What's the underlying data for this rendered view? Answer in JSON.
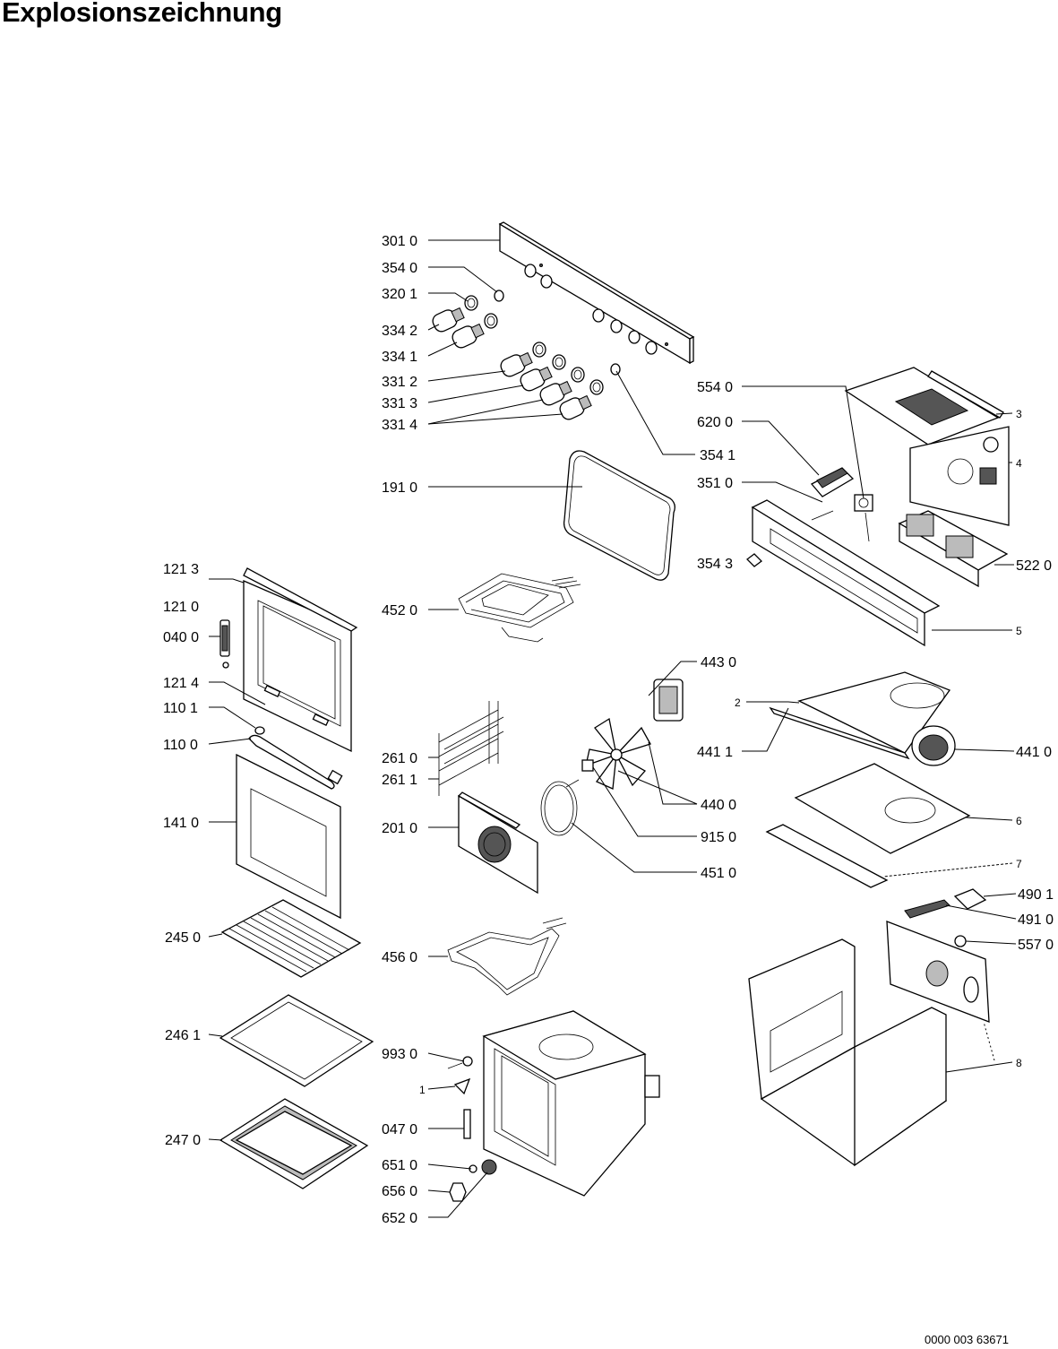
{
  "title": "Explosionszeichnung",
  "document_number": "0000 003 63671",
  "labels": {
    "p3010": "301 0",
    "p3540": "354 0",
    "p3201": "320 1",
    "p3342": "334 2",
    "p3341": "334 1",
    "p3312": "331 2",
    "p3313": "331 3",
    "p3314": "331 4",
    "p3541": "354 1",
    "p1910": "191 0",
    "p4520": "452 0",
    "p1213": "121 3",
    "p1210": "121 0",
    "p0400": "040 0",
    "p1214": "121 4",
    "p1101": "110 1",
    "p1100": "110 0",
    "p1410": "141 0",
    "p2610": "261 0",
    "p2611": "261 1",
    "p2010": "201 0",
    "p4430": "443 0",
    "p4400": "440 0",
    "p9150": "915 0",
    "p4510": "451 0",
    "p2450": "245 0",
    "p4560": "456 0",
    "p2461": "246 1",
    "p2470": "247 0",
    "p9930": "993 0",
    "p1": "1",
    "p0470": "047 0",
    "p6510": "651 0",
    "p6560": "656 0",
    "p6520": "652 0",
    "p5540": "554 0",
    "p6200": "620 0",
    "p3510": "351 0",
    "p3543": "354 3",
    "p5220": "522 0",
    "p3": "3",
    "p4": "4",
    "p5": "5",
    "p2": "2",
    "p4411": "441 1",
    "p4410": "441 0",
    "p6": "6",
    "p7": "7",
    "p4901": "490 1",
    "p4910": "491 0",
    "p5570": "557 0",
    "p8": "8"
  }
}
